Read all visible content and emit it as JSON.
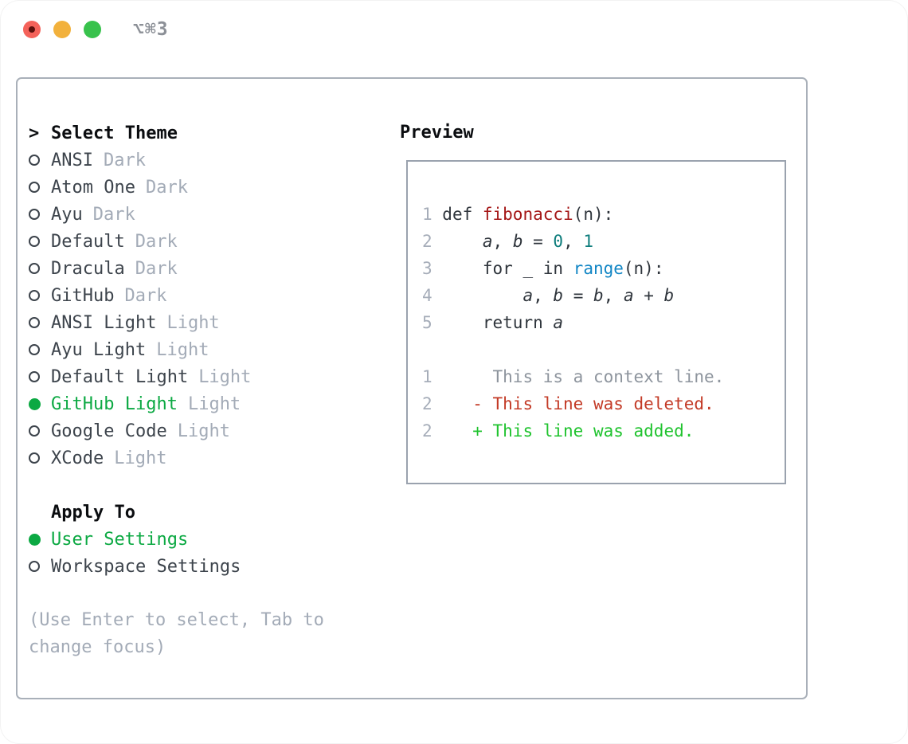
{
  "window": {
    "title": "⌥⌘3",
    "traffic_lights": [
      "close",
      "minimize",
      "zoom"
    ]
  },
  "theme_picker": {
    "header_marker": ">",
    "header_label": "Select Theme",
    "themes": [
      {
        "name": "ANSI",
        "badge": "Dark",
        "selected": false
      },
      {
        "name": "Atom One",
        "badge": "Dark",
        "selected": false
      },
      {
        "name": "Ayu",
        "badge": "Dark",
        "selected": false
      },
      {
        "name": "Default",
        "badge": "Dark",
        "selected": false
      },
      {
        "name": "Dracula",
        "badge": "Dark",
        "selected": false
      },
      {
        "name": "GitHub",
        "badge": "Dark",
        "selected": false
      },
      {
        "name": "ANSI Light",
        "badge": "Light",
        "selected": false
      },
      {
        "name": "Ayu Light",
        "badge": "Light",
        "selected": false
      },
      {
        "name": "Default Light",
        "badge": "Light",
        "selected": false
      },
      {
        "name": "GitHub Light",
        "badge": "Light",
        "selected": true
      },
      {
        "name": "Google Code",
        "badge": "Light",
        "selected": false
      },
      {
        "name": "XCode",
        "badge": "Light",
        "selected": false
      }
    ],
    "apply_to": {
      "label": "Apply To",
      "options": [
        {
          "name": "User Settings",
          "selected": true
        },
        {
          "name": "Workspace Settings",
          "selected": false
        }
      ]
    },
    "hint": "(Use Enter to select, Tab to change focus)"
  },
  "preview": {
    "label": "Preview",
    "code_lines": [
      {
        "tokens": [
          {
            "t": "1 ",
            "c": "ln"
          },
          {
            "t": "def ",
            "c": "fg"
          },
          {
            "t": "fibonacci",
            "c": "fn"
          },
          {
            "t": "(n):",
            "c": "fg"
          }
        ]
      },
      {
        "tokens": [
          {
            "t": "2 ",
            "c": "ln"
          },
          {
            "t": "    ",
            "c": "fg"
          },
          {
            "t": "a",
            "c": "var"
          },
          {
            "t": ", ",
            "c": "fg"
          },
          {
            "t": "b",
            "c": "var"
          },
          {
            "t": " = ",
            "c": "fg"
          },
          {
            "t": "0",
            "c": "num"
          },
          {
            "t": ", ",
            "c": "fg"
          },
          {
            "t": "1",
            "c": "num"
          }
        ]
      },
      {
        "tokens": [
          {
            "t": "3 ",
            "c": "ln"
          },
          {
            "t": "    for _ in ",
            "c": "fg"
          },
          {
            "t": "range",
            "c": "bi"
          },
          {
            "t": "(n):",
            "c": "fg"
          }
        ]
      },
      {
        "tokens": [
          {
            "t": "4 ",
            "c": "ln"
          },
          {
            "t": "        ",
            "c": "fg"
          },
          {
            "t": "a",
            "c": "var"
          },
          {
            "t": ", ",
            "c": "fg"
          },
          {
            "t": "b",
            "c": "var"
          },
          {
            "t": " = ",
            "c": "fg"
          },
          {
            "t": "b",
            "c": "var"
          },
          {
            "t": ", ",
            "c": "fg"
          },
          {
            "t": "a",
            "c": "var"
          },
          {
            "t": " + ",
            "c": "fg"
          },
          {
            "t": "b",
            "c": "var"
          }
        ]
      },
      {
        "tokens": [
          {
            "t": "5 ",
            "c": "ln"
          },
          {
            "t": "    return ",
            "c": "fg"
          },
          {
            "t": "a",
            "c": "var"
          }
        ]
      },
      {
        "tokens": []
      },
      {
        "tokens": [
          {
            "t": "1 ",
            "c": "ln"
          },
          {
            "t": "     This is a context line.",
            "c": "ctx"
          }
        ]
      },
      {
        "tokens": [
          {
            "t": "2 ",
            "c": "ln"
          },
          {
            "t": "   - This line was deleted.",
            "c": "del"
          }
        ]
      },
      {
        "tokens": [
          {
            "t": "2 ",
            "c": "ln"
          },
          {
            "t": "   + This line was added.",
            "c": "add"
          }
        ]
      }
    ]
  },
  "colors": {
    "ui_fg": "#3d444c",
    "ui_heading": "#0b0d10",
    "ui_muted": "#a3abb7",
    "ui_green": "#0ca943",
    "panel_border": "#a9b0b9",
    "box_border": "#9aa2ae",
    "title_gray": "#8c9097",
    "line_number": "#a6adb9",
    "code_fg": "#2f353c",
    "function_red": "#a41616",
    "number_teal": "#0e7d7c",
    "builtin_blue": "#1286c5",
    "diff_context": "#8d949d",
    "diff_deleted": "#c33a26",
    "diff_added": "#20c32f",
    "traffic_red": "#f4625a",
    "traffic_yellow": "#f2b13c",
    "traffic_green": "#38c24c"
  }
}
